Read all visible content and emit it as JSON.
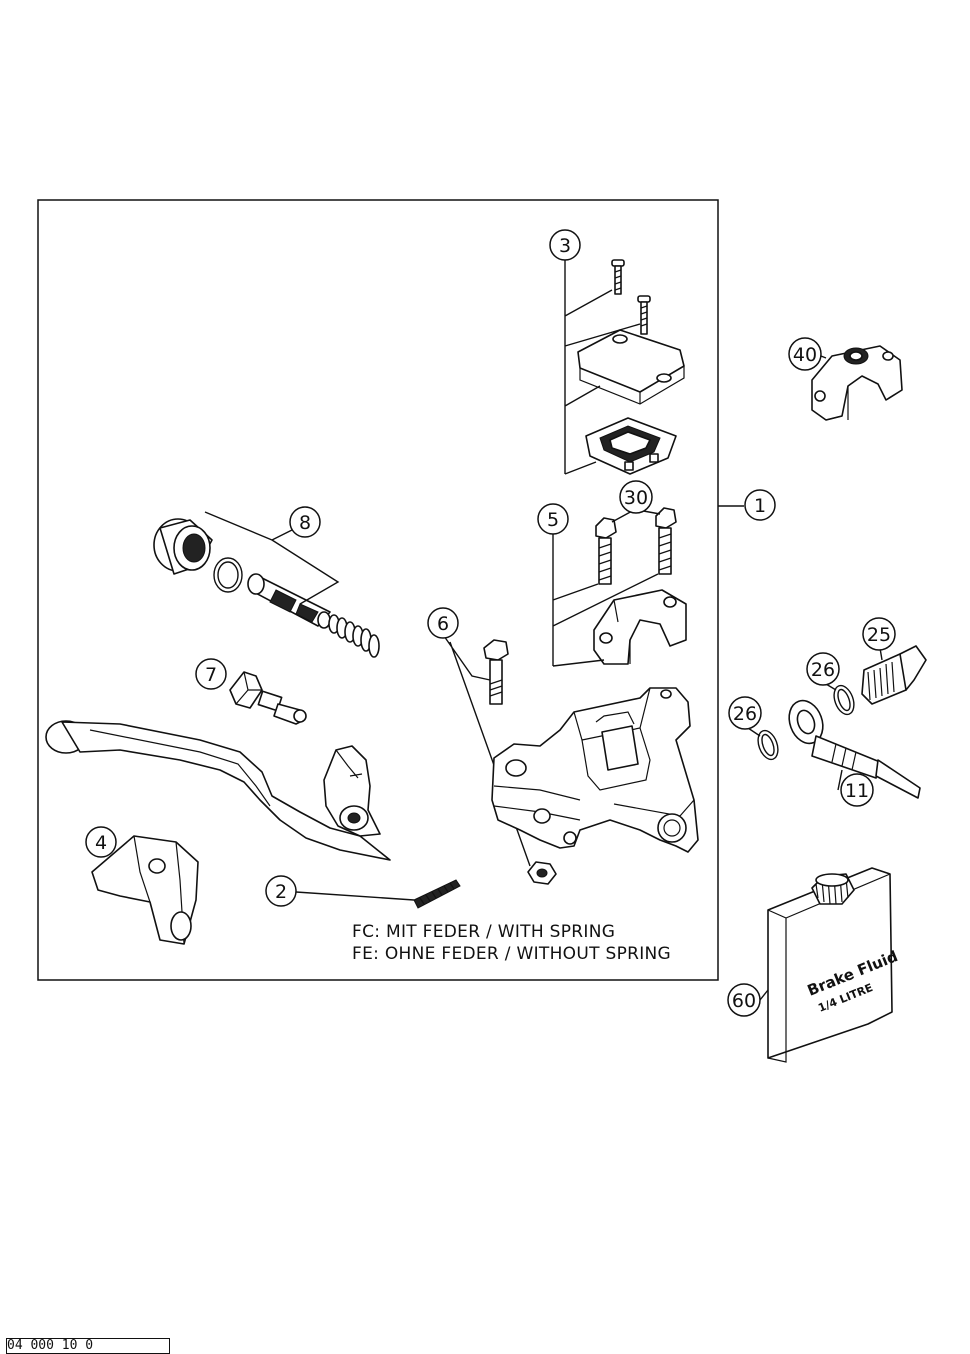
{
  "callouts": [
    "1",
    "2",
    "3",
    "4",
    "5",
    "6",
    "7",
    "8",
    "11",
    "25",
    "26",
    "26",
    "30",
    "40",
    "60"
  ],
  "notes": {
    "fc": "FC:  MIT FEDER / WITH SPRING",
    "fe": "FE:  OHNE FEDER / WITHOUT SPRING"
  },
  "bottle": {
    "line1": "Brake Fluid",
    "line2": "1/4 LITRE"
  },
  "footer_code": "04 000 10 0"
}
